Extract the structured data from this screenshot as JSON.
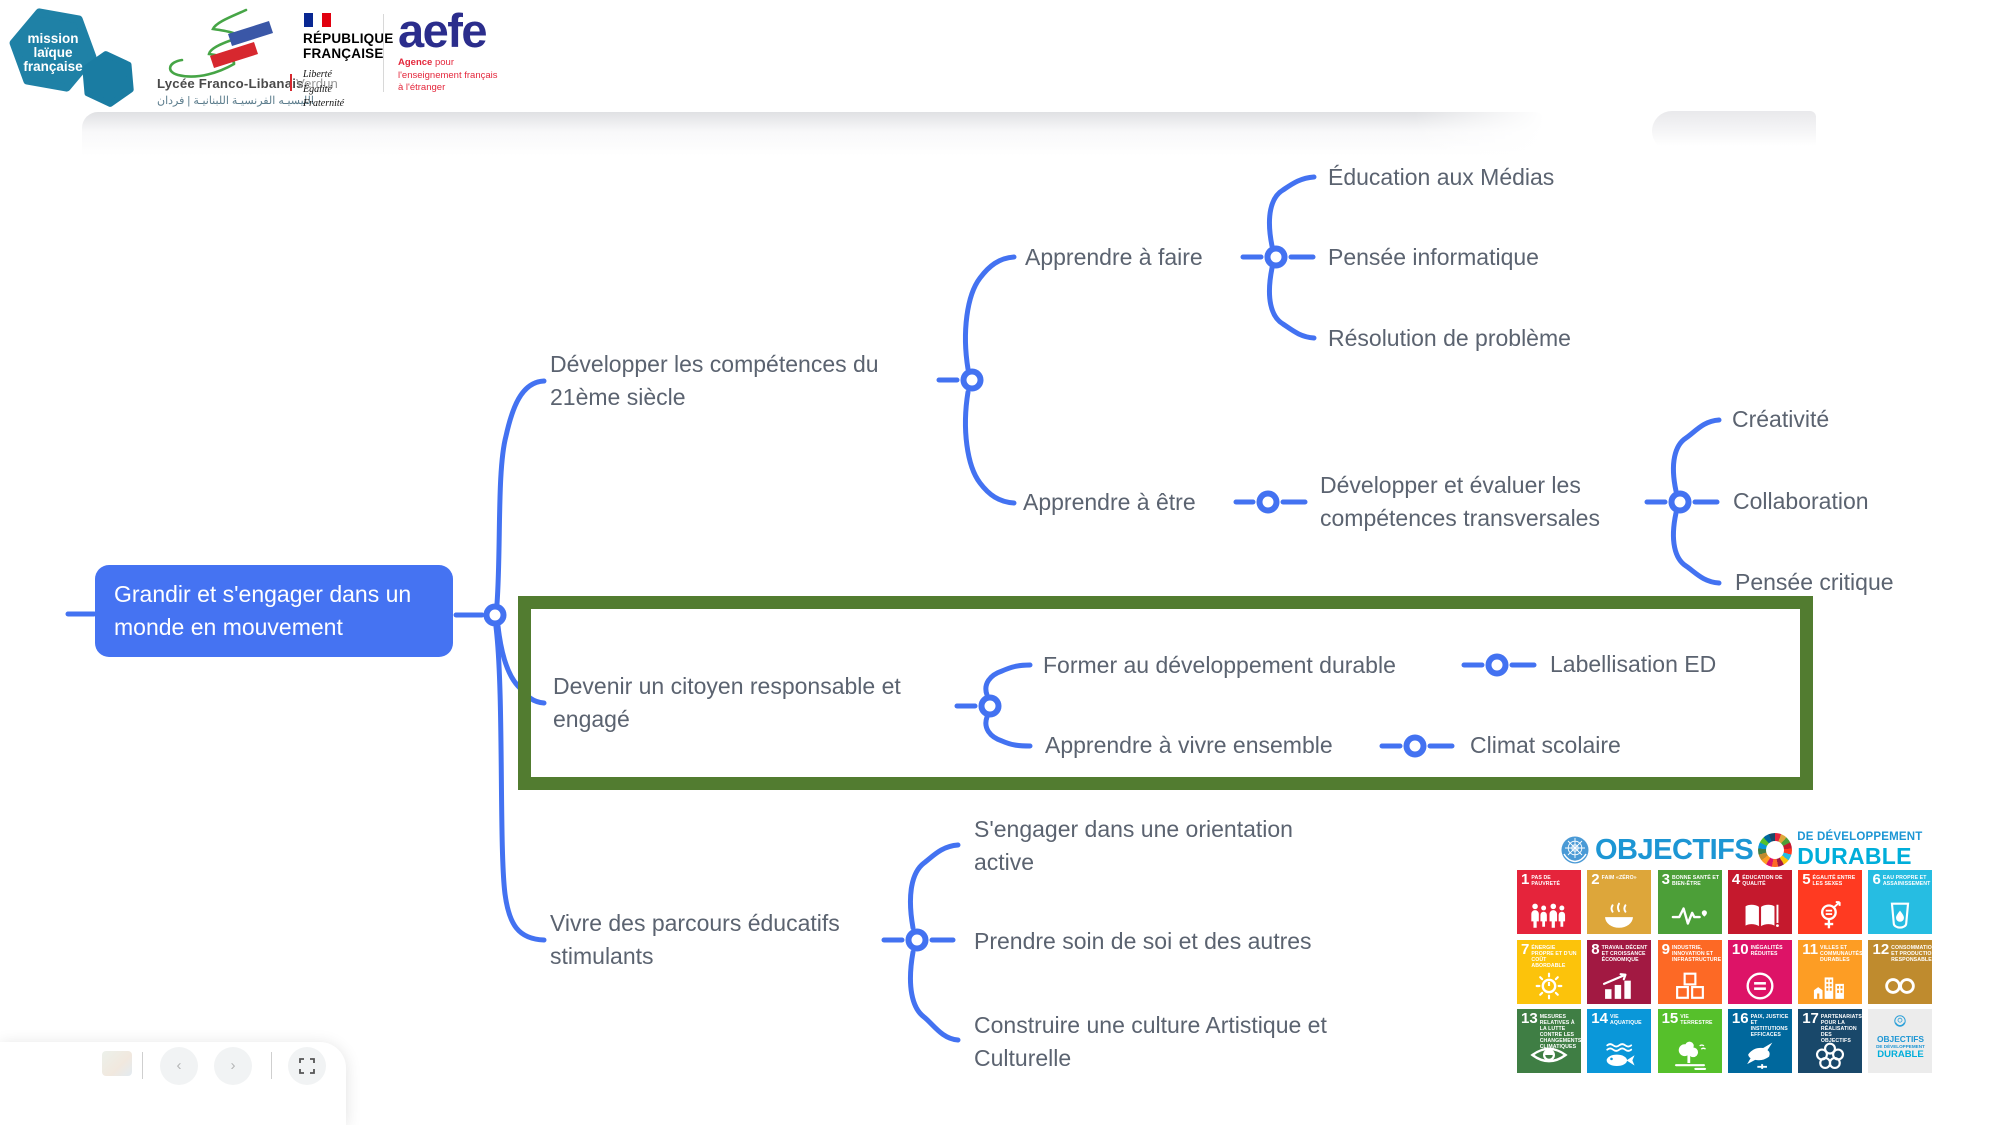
{
  "palette": {
    "map_blue": "#4372f1",
    "label_gray": "#5b6370",
    "highlight_green": "#527c30",
    "sdg_blue": "#1d96d4",
    "sdg_cyan": "#00aeda"
  },
  "logos": {
    "mlf": {
      "lines": [
        "mission",
        "laïque",
        "française"
      ]
    },
    "lycee": {
      "name": "Lycée Franco-Libanais",
      "campus": "Verdun",
      "arabic": "الليسيـه الفرنسيـة اللبنانيـة | فردان"
    },
    "republique": {
      "lines": [
        "RÉPUBLIQUE",
        "FRANÇAISE"
      ],
      "devise": [
        "Liberté",
        "Égalité",
        "Fraternité"
      ]
    },
    "aefe": {
      "name": "aefe",
      "tagline_bold": "Agence",
      "tagline_rest": " pour",
      "tagline_lines": [
        "l'enseignement français",
        "à l'étranger"
      ]
    }
  },
  "mindmap": {
    "root": {
      "lines": [
        "Grandir et s'engager dans un",
        "monde en mouvement"
      ]
    },
    "branches": [
      {
        "lines": [
          "Développer les compétences du",
          "21ème siècle"
        ],
        "children": [
          {
            "lines": [
              "Apprendre à faire"
            ],
            "children": [
              {
                "lines": [
                  "Éducation aux Médias"
                ]
              },
              {
                "lines": [
                  "Pensée informatique"
                ]
              },
              {
                "lines": [
                  "Résolution de problème"
                ]
              }
            ]
          },
          {
            "lines": [
              "Apprendre à être"
            ],
            "children": [
              {
                "lines": [
                  "Développer et évaluer les",
                  "compétences transversales"
                ],
                "children": [
                  {
                    "lines": [
                      "Créativité"
                    ]
                  },
                  {
                    "lines": [
                      "Collaboration"
                    ]
                  },
                  {
                    "lines": [
                      "Pensée critique"
                    ]
                  }
                ]
              }
            ]
          }
        ]
      },
      {
        "lines": [
          "Devenir un citoyen responsable et",
          "engagé"
        ],
        "highlighted": true,
        "children": [
          {
            "lines": [
              "Former au développement durable"
            ],
            "children": [
              {
                "lines": [
                  "Labellisation ED"
                ]
              }
            ]
          },
          {
            "lines": [
              "Apprendre à vivre ensemble"
            ],
            "children": [
              {
                "lines": [
                  "Climat scolaire"
                ]
              }
            ]
          }
        ]
      },
      {
        "lines": [
          "Vivre des parcours éducatifs",
          "stimulants"
        ],
        "children": [
          {
            "lines": [
              "S'engager dans une orientation",
              "active"
            ]
          },
          {
            "lines": [
              "Prendre soin de soi et des autres"
            ]
          },
          {
            "lines": [
              "Construire une culture Artistique et",
              "Culturelle"
            ]
          }
        ]
      }
    ]
  },
  "sdg": {
    "banner": {
      "objectifs": "OBJECTIFS",
      "de_developpement": "DE DÉVELOPPEMENT",
      "durable": "DURABLE"
    },
    "goals": [
      {
        "num": "1",
        "title": "PAS DE PAUVRETÉ",
        "color": "#E5243B",
        "icon": "people"
      },
      {
        "num": "2",
        "title": "FAIM «ZÉRO»",
        "color": "#DDA63A",
        "icon": "bowl"
      },
      {
        "num": "3",
        "title": "BONNE SANTÉ ET BIEN-ÊTRE",
        "color": "#4C9F38",
        "icon": "heartbeat"
      },
      {
        "num": "4",
        "title": "ÉDUCATION DE QUALITÉ",
        "color": "#C5192D",
        "icon": "book"
      },
      {
        "num": "5",
        "title": "ÉGALITÉ ENTRE LES SEXES",
        "color": "#FF3A21",
        "icon": "gender"
      },
      {
        "num": "6",
        "title": "EAU PROPRE ET ASSAINISSEMENT",
        "color": "#26BDE2",
        "icon": "water"
      },
      {
        "num": "7",
        "title": "ÉNERGIE PROPRE ET D'UN COÛT ABORDABLE",
        "color": "#FCC30B",
        "icon": "sun"
      },
      {
        "num": "8",
        "title": "TRAVAIL DÉCENT ET CROISSANCE ÉCONOMIQUE",
        "color": "#A21942",
        "icon": "growth"
      },
      {
        "num": "9",
        "title": "INDUSTRIE, INNOVATION ET INFRASTRUCTURE",
        "color": "#FD6925",
        "icon": "cubes"
      },
      {
        "num": "10",
        "title": "INÉGALITÉS RÉDUITES",
        "color": "#DD1367",
        "icon": "equality"
      },
      {
        "num": "11",
        "title": "VILLES ET COMMUNAUTÉS DURABLES",
        "color": "#FD9D24",
        "icon": "city"
      },
      {
        "num": "12",
        "title": "CONSOMMATION ET PRODUCTION RESPONSABLES",
        "color": "#BF8B2E",
        "icon": "infinity"
      },
      {
        "num": "13",
        "title": "MESURES RELATIVES À LA LUTTE CONTRE LES CHANGEMENTS CLIMATIQUES",
        "color": "#3F7E44",
        "icon": "eye"
      },
      {
        "num": "14",
        "title": "VIE AQUATIQUE",
        "color": "#0A97D9",
        "icon": "fish"
      },
      {
        "num": "15",
        "title": "VIE TERRESTRE",
        "color": "#56C02B",
        "icon": "tree"
      },
      {
        "num": "16",
        "title": "PAIX, JUSTICE ET INSTITUTIONS EFFICACES",
        "color": "#00689D",
        "icon": "dove"
      },
      {
        "num": "17",
        "title": "PARTENARIATS POUR LA RÉALISATION DES OBJECTIFS",
        "color": "#19486A",
        "icon": "rings"
      }
    ],
    "logo_tile": {
      "objectifs": "OBJECTIFS",
      "de_developpement": "DE DÉVELOPPEMENT",
      "durable": "DURABLE"
    }
  }
}
